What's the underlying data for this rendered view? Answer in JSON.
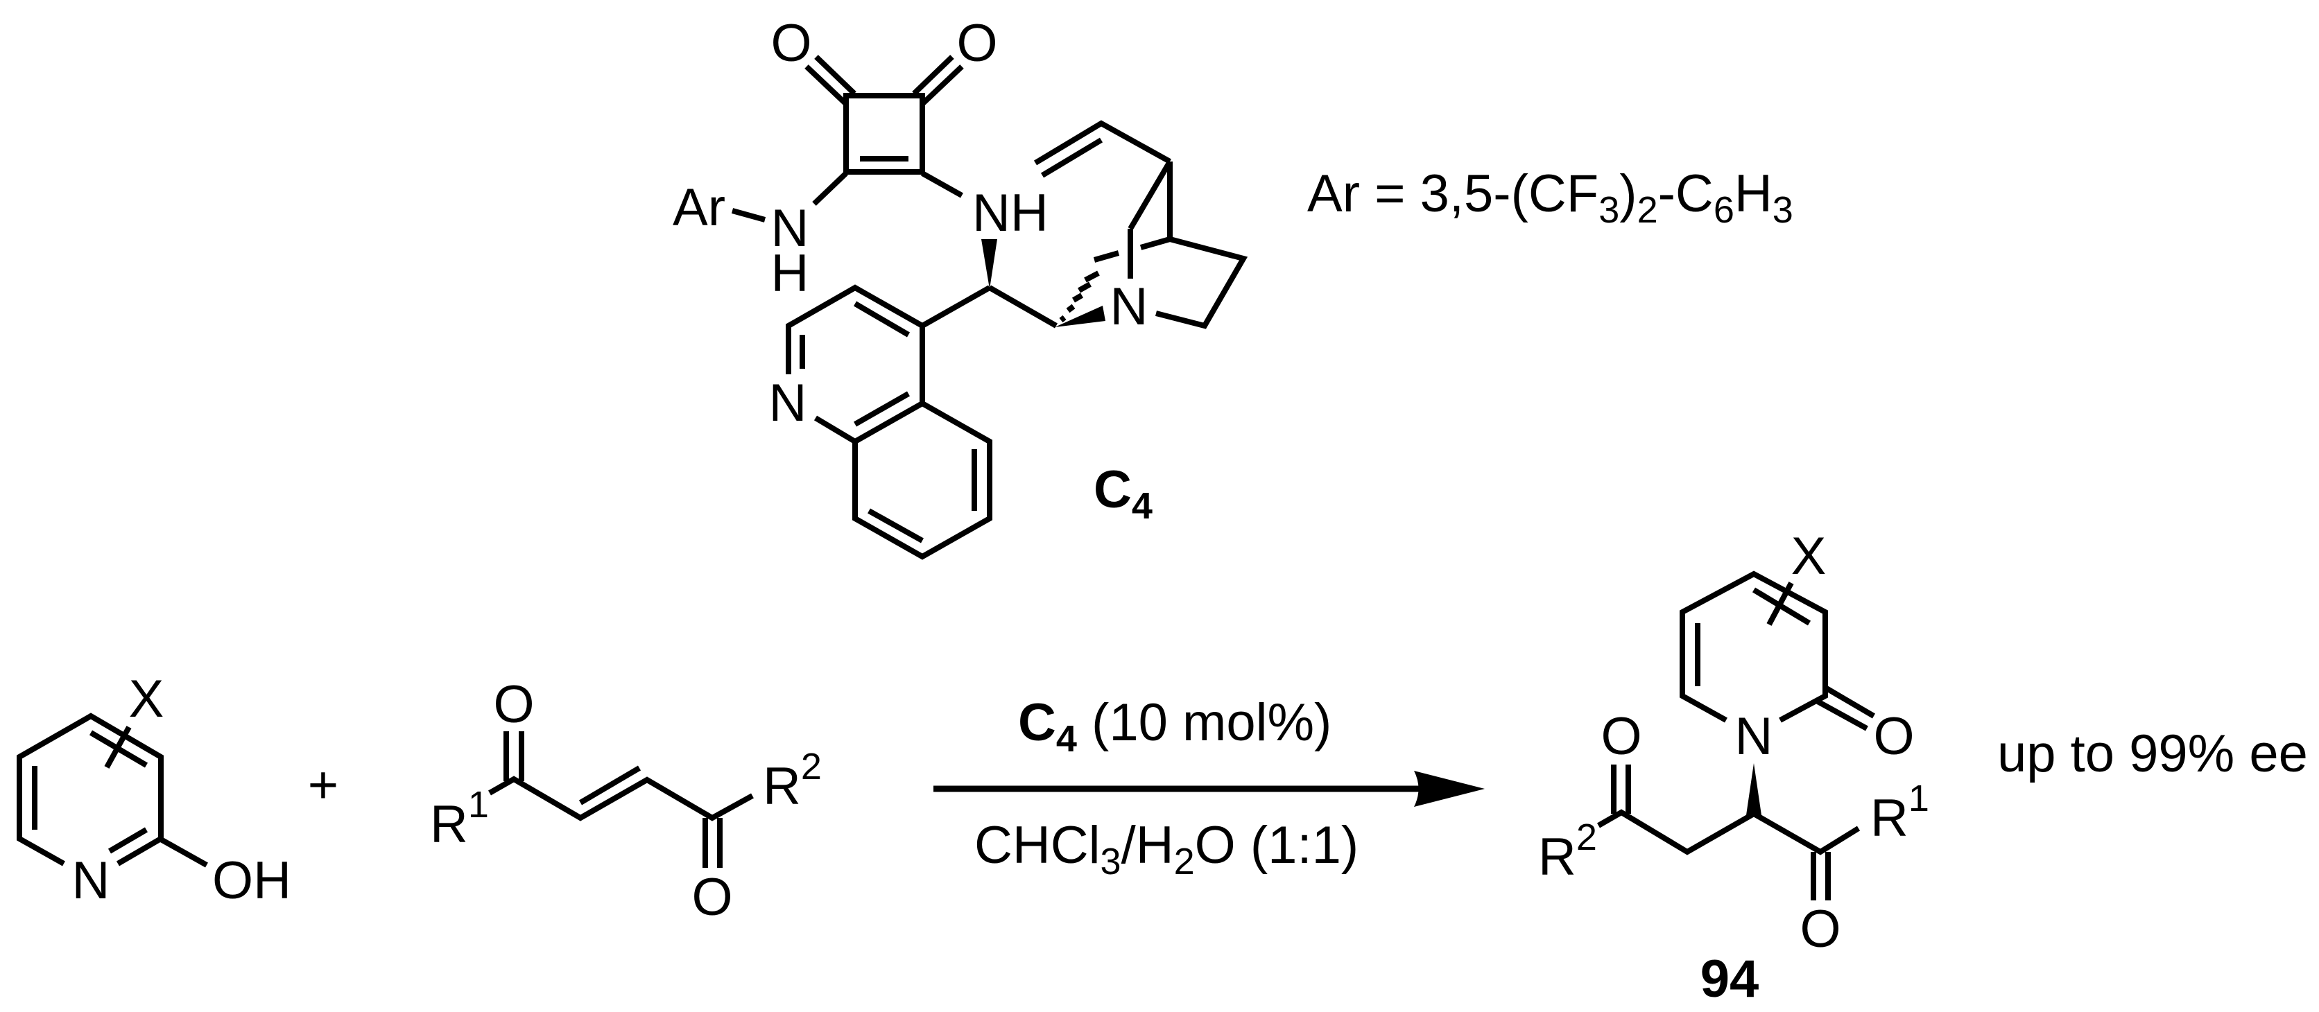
{
  "catalyst": {
    "name": "C",
    "name_sub": "4",
    "atoms": {
      "o_left": "O",
      "o_right": "O",
      "ar": "Ar",
      "nh_left_n": "N",
      "nh_left_h": "H",
      "nh_right": "NH",
      "quinoline_n": "N",
      "quinuclidine_n": "N"
    },
    "ar_definition": {
      "prefix": "Ar = 3,5-(CF",
      "sub1": "3",
      "mid1": ")",
      "sub2": "2",
      "mid2": "-C",
      "sub3": "6",
      "mid3": "H",
      "sub4": "3"
    }
  },
  "reactant_1": {
    "substituent": "X",
    "ring_n": "N",
    "oh": "OH"
  },
  "plus": "+",
  "reactant_2": {
    "o_top": "O",
    "o_bottom": "O",
    "r1": "R",
    "r1_sup": "1",
    "r2": "R",
    "r2_sup": "2"
  },
  "conditions": {
    "catalyst_label": "C",
    "catalyst_sub": "4",
    "loading": " (10 mol%)",
    "solvent_a": "CHCl",
    "solvent_a_sub": "3",
    "solvent_b": "/H",
    "solvent_b_sub": "2",
    "solvent_c": "O (1:1)"
  },
  "product": {
    "substituent": "X",
    "ring_n": "N",
    "ring_o": "O",
    "o_left": "O",
    "o_bottom": "O",
    "r1": "R",
    "r1_sup": "1",
    "r2": "R",
    "r2_sup": "2",
    "compound_number": "94",
    "selectivity": "up to 99% ee"
  }
}
